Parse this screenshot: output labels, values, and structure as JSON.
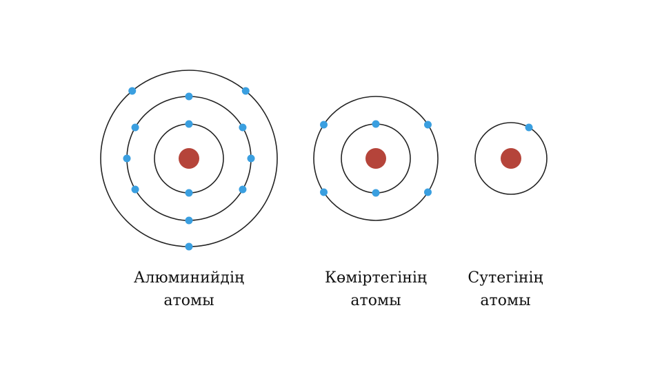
{
  "colors": {
    "nucleus": "#b5443a",
    "electron": "#3a9fe0",
    "orbit": "#222222"
  },
  "atoms": [
    {
      "name": "aluminum",
      "label_line1": "Алюминийдің",
      "label_line2": "атомы",
      "shells": [
        2,
        8,
        3
      ]
    },
    {
      "name": "carbon",
      "label_line1": "Көміртегінің",
      "label_line2": "атомы",
      "shells": [
        2,
        4
      ]
    },
    {
      "name": "hydrogen",
      "label_line1": "Сутегінің",
      "label_line2": "атомы",
      "shells": [
        1
      ]
    }
  ]
}
